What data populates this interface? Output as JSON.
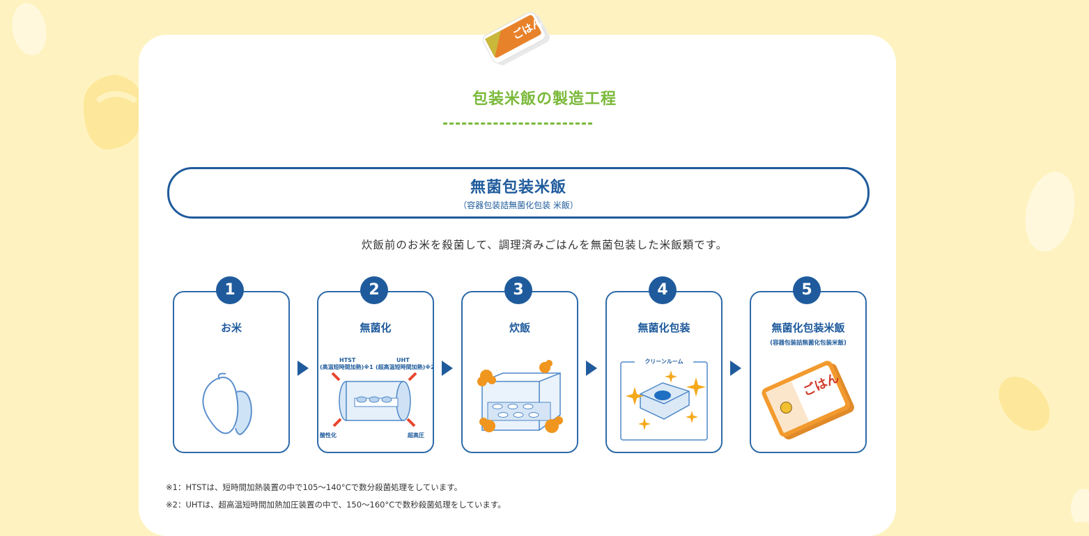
{
  "section_title": "包装米飯の製造工程",
  "category": {
    "title": "無菌包装米飯",
    "subtitle": "（容器包装詰無菌化包装 米飯）"
  },
  "description": "炊飯前のお米を殺菌して、調理済みごはんを無菌包装した米飯類です。",
  "pack_icon_text": "ごはん",
  "steps": [
    {
      "number": "1",
      "label": "お米",
      "sub": "",
      "icon": "rice-grain-icon"
    },
    {
      "number": "2",
      "label": "無菌化",
      "sub": "",
      "icon": "sterilization-chamber-icon",
      "diagram": {
        "htst": "HTST",
        "htst_note": "(高温短時間加熱)※1",
        "uht": "UHT",
        "uht_note": "(超高温短時間加熱)※2",
        "acid": "酸性化",
        "pressure": "超高圧"
      }
    },
    {
      "number": "3",
      "label": "炊飯",
      "sub": "",
      "icon": "rice-cooking-icon"
    },
    {
      "number": "4",
      "label": "無菌化包装",
      "sub": "",
      "icon": "clean-room-icon",
      "diagram": {
        "room": "クリーンルーム"
      }
    },
    {
      "number": "5",
      "label": "無菌化包装米飯",
      "sub": "(容器包装詰無菌化包装米飯)",
      "icon": "rice-pack-icon",
      "diagram": {
        "pack": "ごはん"
      }
    }
  ],
  "notes": [
    "※1：HTSTは、短時間加熱装置の中で105〜140°Cで数分殺菌処理をしています。",
    "※2：UHTは、超高温短時間加熱加圧装置の中で、150〜160°Cで数秒殺菌処理をしています。"
  ],
  "colors": {
    "background": "#fef3c0",
    "accent_green": "#7ab93a",
    "primary_blue": "#1f5b9c",
    "flame_orange": "#f0961e"
  }
}
